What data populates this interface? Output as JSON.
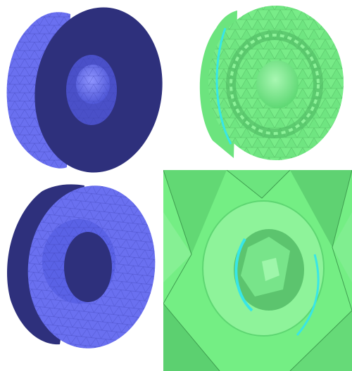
{
  "figure": {
    "panels": [
      {
        "id": "blue-disc-front-cut",
        "mesh_color": "#5a62e6",
        "shade_color": "#2e307c"
      },
      {
        "id": "green-disc-fractured",
        "mesh_color": "#74ee84",
        "shade_color": "#46b75c"
      },
      {
        "id": "blue-disc-rear-cut",
        "mesh_color": "#5a62e6",
        "shade_color": "#2e307c"
      },
      {
        "id": "green-closeup-crack",
        "mesh_color": "#74ee84",
        "shade_color": "#46b75c"
      }
    ],
    "colors": {
      "blue_light": "#6a70f0",
      "blue_mid": "#5058d8",
      "blue_dark": "#2e307c",
      "green_light": "#8ef39a",
      "green_mid": "#6ce47e",
      "green_dark": "#3f9e50",
      "crack_cyan": "#38e6e6",
      "background": "#ffffff"
    }
  }
}
